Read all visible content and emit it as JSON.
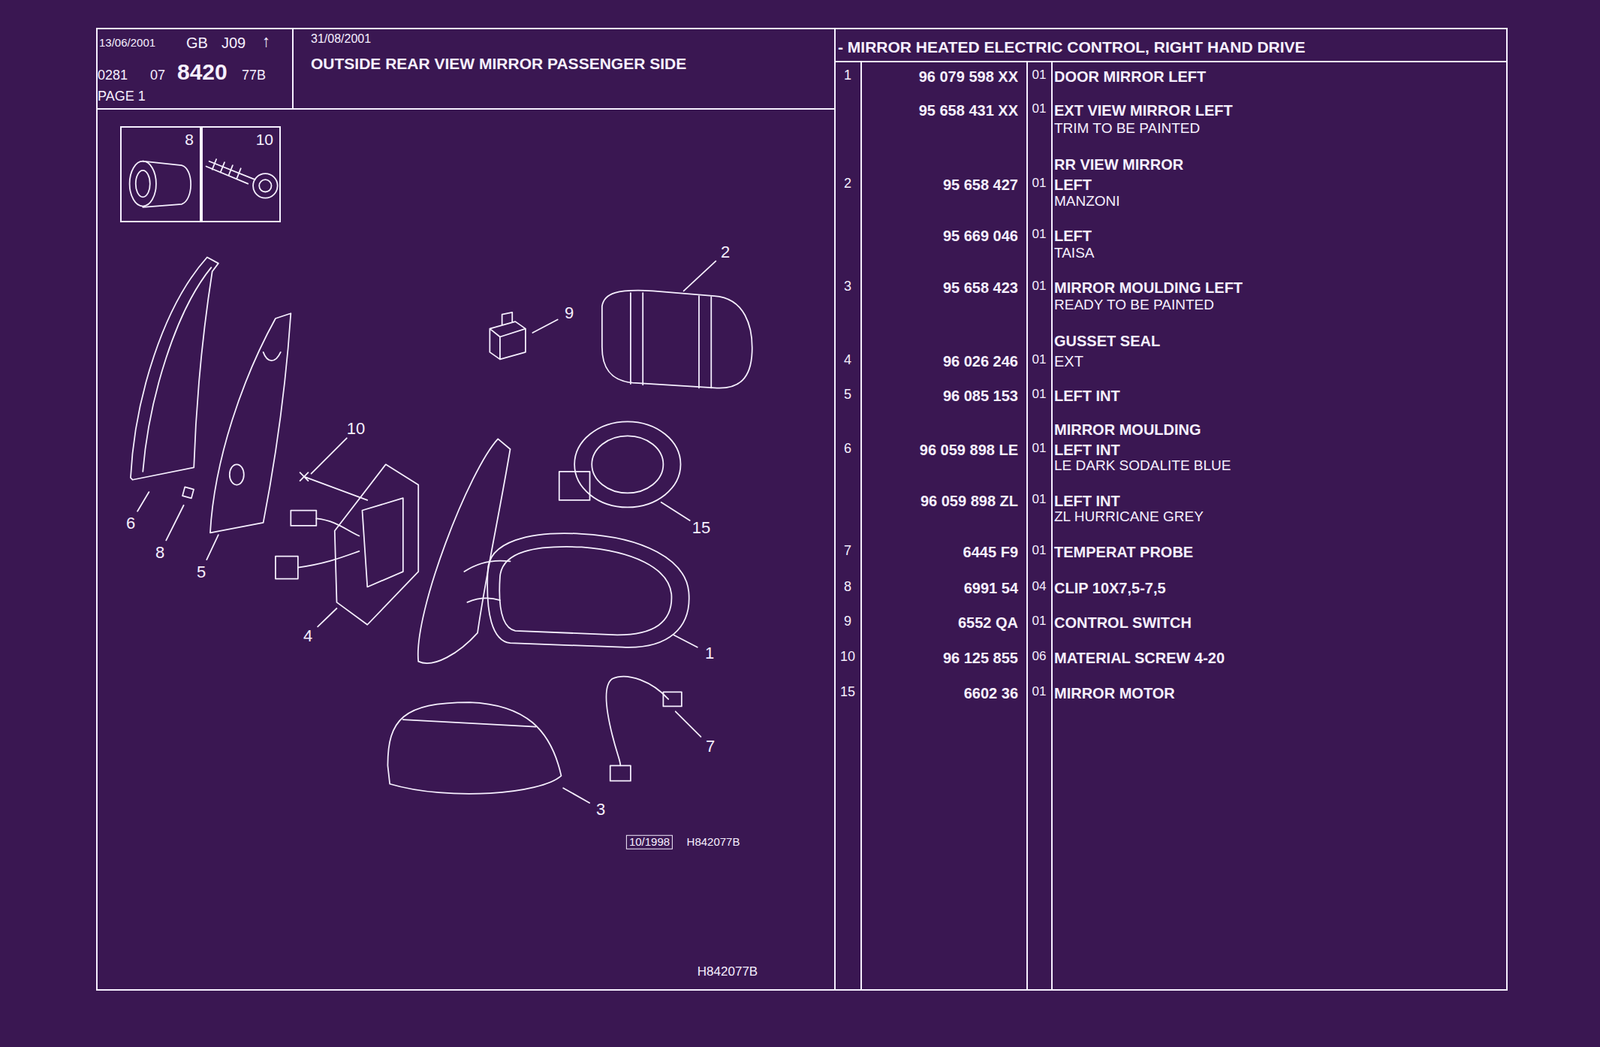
{
  "diagram": {
    "title": "OUTSIDE REAR VIEW MIRROR PASSENGER SIDE",
    "nodes": [
      {
        "text": [
          "8"
        ]
      },
      {
        "text": [
          "10"
        ]
      }
    ],
    "labels": [
      "13/06/2001",
      "GB",
      "J09",
      "↑",
      "0281",
      "07",
      "8420",
      "77B",
      "PAGE 1",
      "31/08/2001",
      "- MIRROR HEATED ELECTRIC CONTROL, RIGHT HAND DRIVE",
      "1",
      "96 079 598 XX",
      "01",
      "DOOR MIRROR LEFT",
      "95 658 431 XX",
      "01",
      "EXT VIEW MIRROR LEFT",
      "TRIM TO BE PAINTED",
      "RR VIEW MIRROR",
      "2",
      "95 658 427",
      "01",
      "LEFT",
      "MANZONI",
      "95 669 046",
      "01",
      "LEFT",
      "TAISA",
      "3",
      "95 658 423",
      "01",
      "MIRROR MOULDING LEFT",
      "READY TO BE PAINTED",
      "GUSSET SEAL",
      "4",
      "96 026 246",
      "01",
      "EXT",
      "5",
      "96 085 153",
      "01",
      "LEFT INT",
      "MIRROR MOULDING",
      "6",
      "96 059 898 LE",
      "01",
      "LEFT INT",
      "LE DARK SODALITE BLUE",
      "96 059 898 ZL",
      "01",
      "LEFT INT",
      "ZL HURRICANE GREY",
      "7",
      "6445 F9",
      "01",
      "TEMPERAT PROBE",
      "8",
      "6991 54",
      "04",
      "CLIP 10X7,5-7,5",
      "9",
      "6552 QA",
      "01",
      "CONTROL SWITCH",
      "10",
      "96 125 855",
      "06",
      "MATERIAL SCREW 4-20",
      "15",
      "6602 36",
      "01",
      "MIRROR MOTOR",
      "2",
      "9",
      "10",
      "6",
      "8",
      "5",
      "4",
      "1",
      "15",
      "7",
      "3",
      "10/1998",
      "H842077B",
      "H842077B"
    ]
  }
}
